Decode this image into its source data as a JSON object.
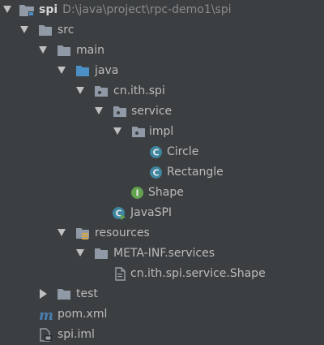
{
  "tree": {
    "root": {
      "label": "spi",
      "path": "D:\\java\\project\\rpc-demo1\\spi",
      "icon": "module-folder-icon"
    },
    "nodes": [
      {
        "label": "src",
        "icon": "folder-icon"
      },
      {
        "label": "main",
        "icon": "folder-icon"
      },
      {
        "label": "java",
        "icon": "source-root-folder-icon"
      },
      {
        "label": "cn.ith.spi",
        "icon": "package-icon"
      },
      {
        "label": "service",
        "icon": "package-icon"
      },
      {
        "label": "impl",
        "icon": "package-icon"
      },
      {
        "label": "Circle",
        "icon": "class-icon"
      },
      {
        "label": "Rectangle",
        "icon": "class-icon"
      },
      {
        "label": "Shape",
        "icon": "interface-icon"
      },
      {
        "label": "JavaSPI",
        "icon": "runnable-class-icon"
      },
      {
        "label": "resources",
        "icon": "resources-folder-icon"
      },
      {
        "label": "META-INF.services",
        "icon": "folder-icon"
      },
      {
        "label": "cn.ith.spi.service.Shape",
        "icon": "text-file-icon"
      },
      {
        "label": "test",
        "icon": "folder-icon"
      },
      {
        "label": "pom.xml",
        "icon": "maven-icon"
      },
      {
        "label": "spi.iml",
        "icon": "iml-file-icon"
      }
    ]
  },
  "colors": {
    "background": "#3c3f41",
    "text": "#bbbbbb",
    "path": "#8a8a8a",
    "folder": "#8f9aa6",
    "source_root": "#4b8fc7",
    "class": "#3e86a0",
    "interface": "#62a14e",
    "maven": "#4a7eb5"
  }
}
